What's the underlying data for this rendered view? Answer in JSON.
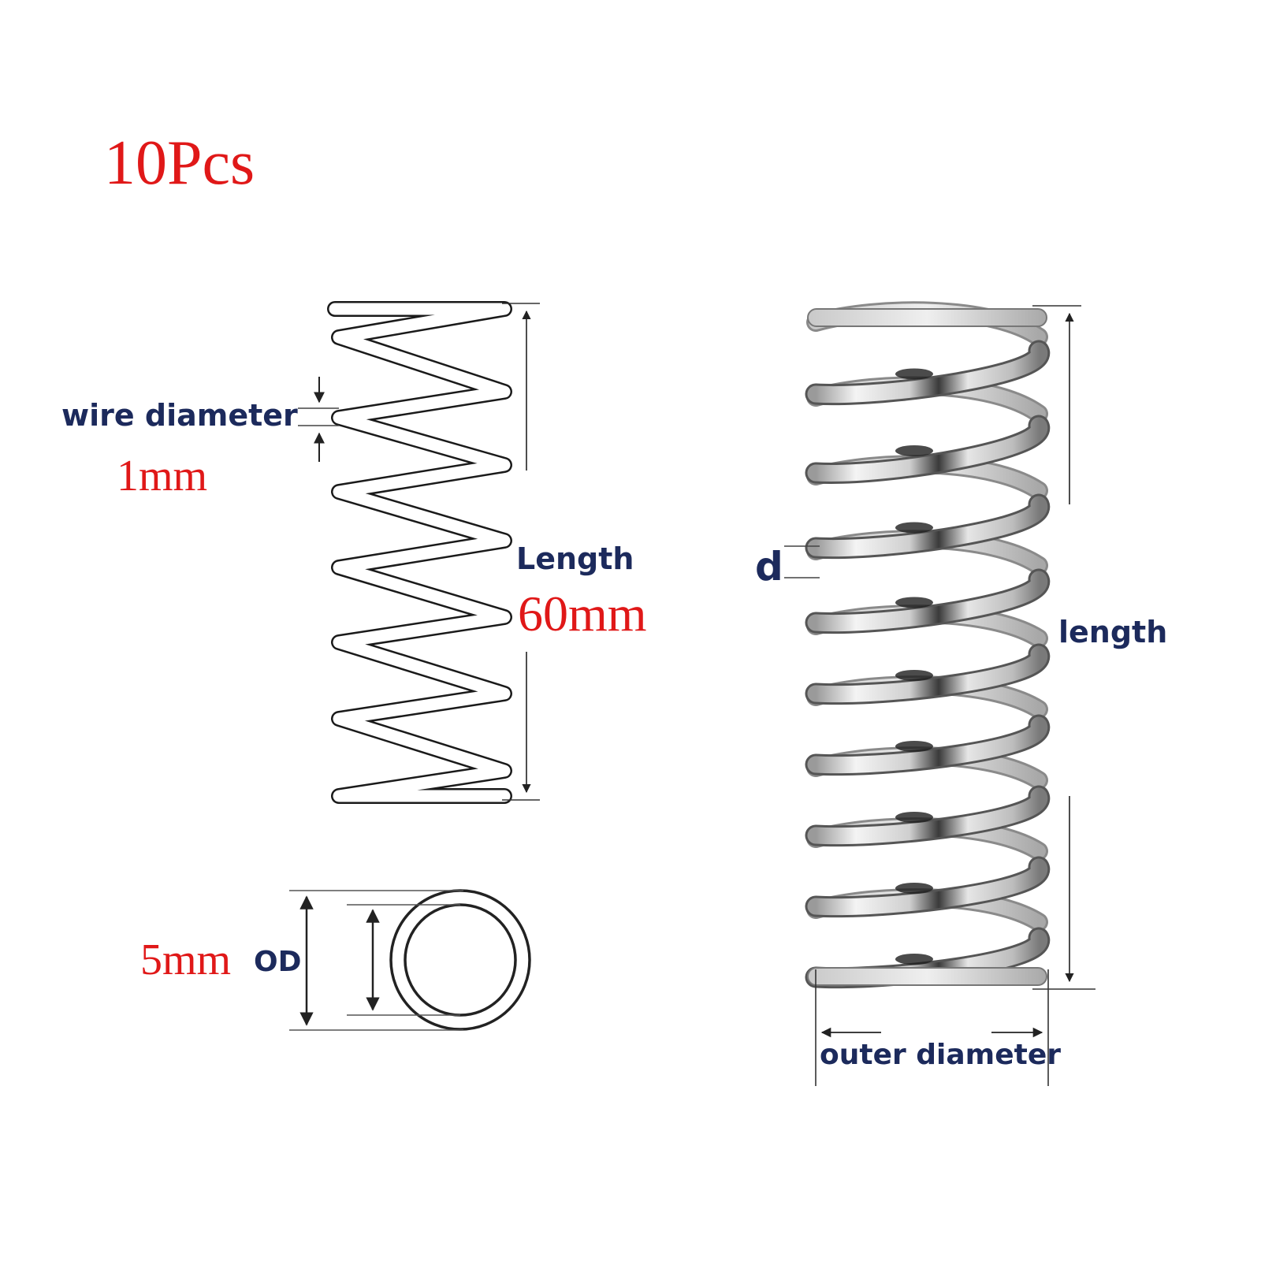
{
  "title": "10Pcs",
  "drawing": {
    "wire_diameter_label": "wire diameter",
    "wire_diameter_value": "1mm",
    "length_label": "Length",
    "length_value": "60mm",
    "od_label": "OD",
    "od_value": "5mm"
  },
  "photo": {
    "d_label": "d",
    "length_label": "length",
    "outer_diameter_label": "outer diameter"
  },
  "colors": {
    "value_text": "#e01818",
    "label_text": "#1c2a5c",
    "line": "#222222",
    "steel_light": "#e8e8e8",
    "steel_dark": "#2a2a2a"
  }
}
